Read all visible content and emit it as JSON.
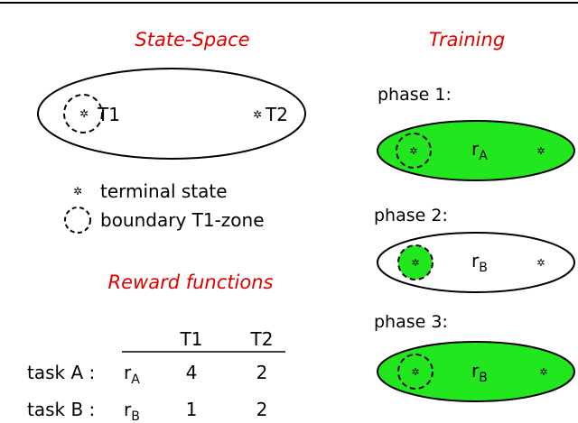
{
  "headings": {
    "state_space": "State-Space",
    "training": "Training",
    "reward_functions": "Reward functions"
  },
  "state_space": {
    "t1": "T1",
    "t2": "T2"
  },
  "legend": {
    "terminal_state": "terminal state",
    "boundary_zone": "boundary T1-zone"
  },
  "reward_table": {
    "columns": [
      "T1",
      "T2"
    ],
    "rows": [
      {
        "task": "task A :",
        "reward": "r",
        "sub": "A",
        "values": [
          "4",
          "2"
        ]
      },
      {
        "task": "task B :",
        "reward": "r",
        "sub": "B",
        "values": [
          "1",
          "2"
        ]
      }
    ]
  },
  "phases": [
    {
      "label": "phase 1:",
      "reward": "r",
      "sub": "A",
      "fill": "full"
    },
    {
      "label": "phase 2:",
      "reward": "r",
      "sub": "B",
      "fill": "zone"
    },
    {
      "label": "phase 3:",
      "reward": "r",
      "sub": "B",
      "fill": "full"
    }
  ],
  "colors": {
    "heading": "#e00000",
    "fill": "#22e61e",
    "stroke": "#000000"
  },
  "icons": {
    "terminal_state": "star-icon"
  }
}
